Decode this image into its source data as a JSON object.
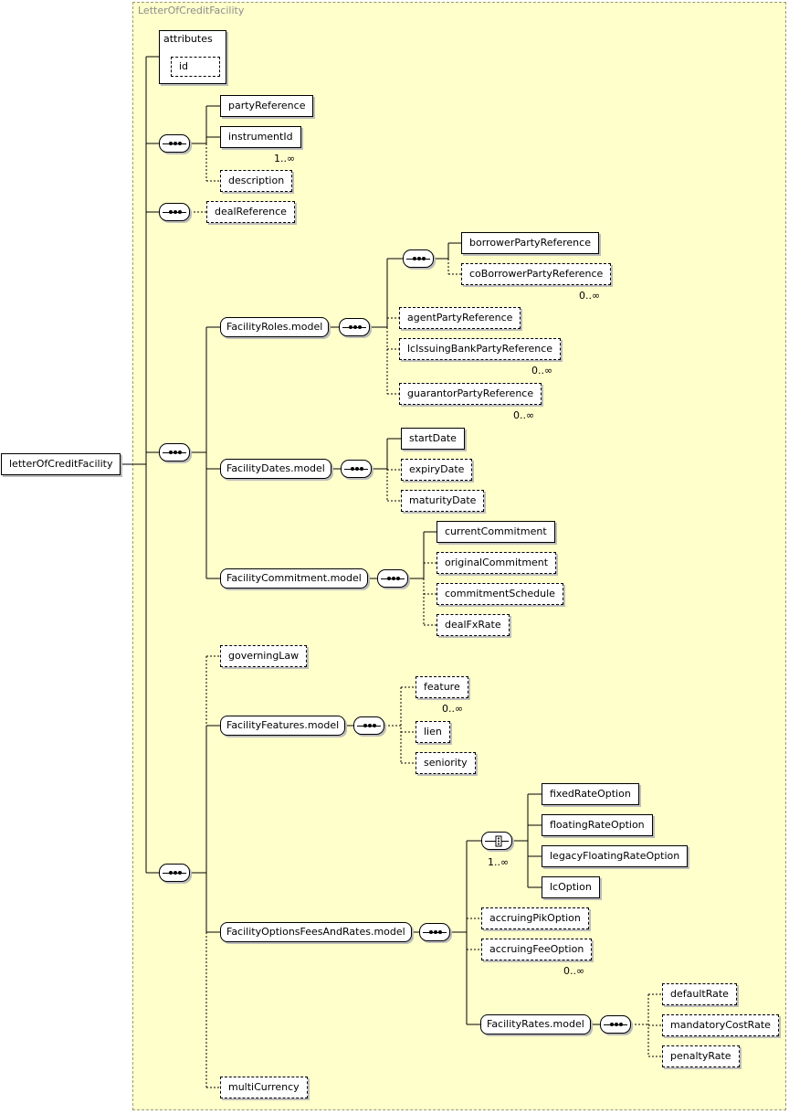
{
  "container_title": "LetterOfCreditFacility",
  "root": "letterOfCreditFacility",
  "attributes": {
    "label": "attributes",
    "id": "id"
  },
  "elements": {
    "partyReference": "partyReference",
    "instrumentId": "instrumentId",
    "description": "description",
    "dealReference": "dealReference",
    "borrowerPartyReference": "borrowerPartyReference",
    "coBorrowerPartyReference": "coBorrowerPartyReference",
    "agentPartyReference": "agentPartyReference",
    "lcIssuingBankPartyReference": "lcIssuingBankPartyReference",
    "guarantorPartyReference": "guarantorPartyReference",
    "startDate": "startDate",
    "expiryDate": "expiryDate",
    "maturityDate": "maturityDate",
    "currentCommitment": "currentCommitment",
    "originalCommitment": "originalCommitment",
    "commitmentSchedule": "commitmentSchedule",
    "dealFxRate": "dealFxRate",
    "governingLaw": "governingLaw",
    "feature": "feature",
    "lien": "lien",
    "seniority": "seniority",
    "fixedRateOption": "fixedRateOption",
    "floatingRateOption": "floatingRateOption",
    "legacyFloatingRateOption": "legacyFloatingRateOption",
    "lcOption": "lcOption",
    "accruingPikOption": "accruingPikOption",
    "accruingFeeOption": "accruingFeeOption",
    "defaultRate": "defaultRate",
    "mandatoryCostRate": "mandatoryCostRate",
    "penaltyRate": "penaltyRate",
    "multiCurrency": "multiCurrency"
  },
  "groups": {
    "facilityRoles": "FacilityRoles.model",
    "facilityDates": "FacilityDates.model",
    "facilityCommitment": "FacilityCommitment.model",
    "facilityFeatures": "FacilityFeatures.model",
    "facilityOptionsFeesAndRates": "FacilityOptionsFeesAndRates.model",
    "facilityRates": "FacilityRates.model"
  },
  "cardinalities": {
    "instrumentId": "1..∞",
    "coBorrower": "0..∞",
    "lcIssuing": "0..∞",
    "guarantor": "0..∞",
    "feature": "0..∞",
    "choice": "1..∞",
    "accruingFee": "0..∞"
  },
  "colors": {
    "background": "#ffffcc",
    "border": "#000000",
    "shadow": "#bdbdbd"
  },
  "icons": {
    "sequence": "sequence-compositor-icon",
    "choice": "choice-compositor-icon"
  }
}
